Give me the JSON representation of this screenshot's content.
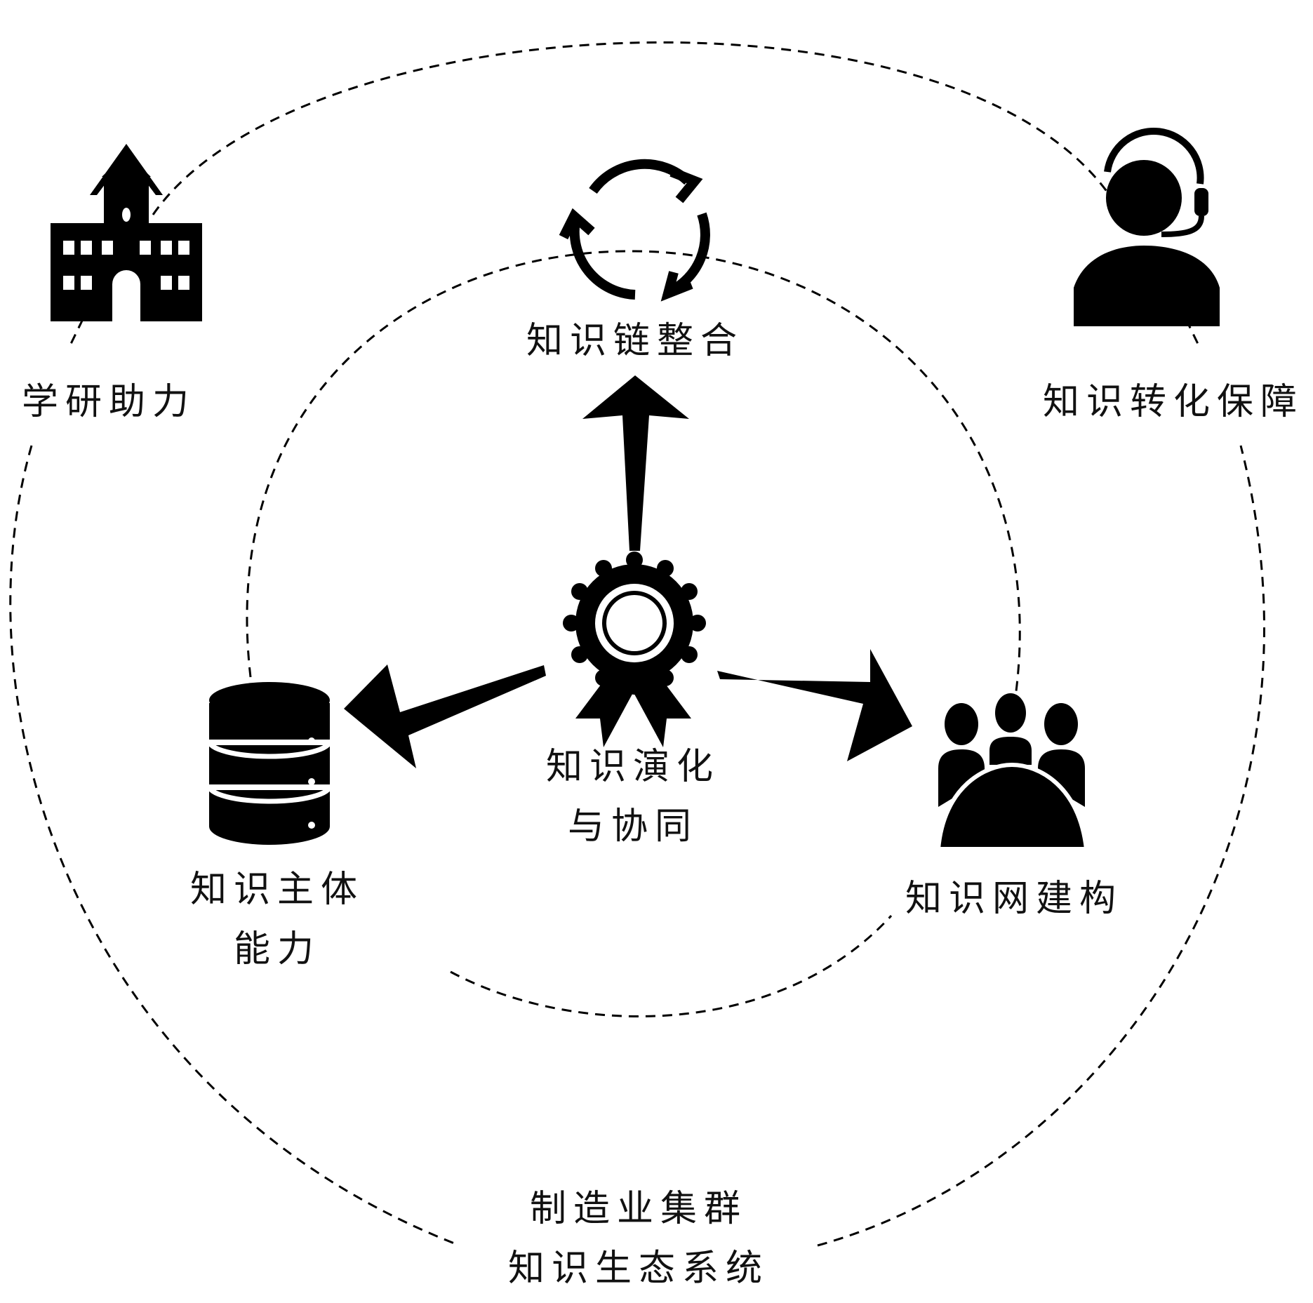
{
  "center": {
    "line1": "知识演化",
    "line2": "与协同"
  },
  "nodes": {
    "top": {
      "label": "知识链整合",
      "icon": "cycle-arrows-icon"
    },
    "left": {
      "line1": "知识主体",
      "line2": "能力",
      "icon": "database-icon"
    },
    "right": {
      "label": "知识网建构",
      "icon": "people-group-icon"
    }
  },
  "outer": {
    "top_left": {
      "label": "学研助力",
      "icon": "school-building-icon"
    },
    "top_right": {
      "label": "知识转化保障",
      "icon": "support-agent-icon"
    },
    "bottom": {
      "line1": "制造业集群",
      "line2": "知识生态系统"
    }
  },
  "colors": {
    "ink": "#000000",
    "background": "#ffffff"
  }
}
